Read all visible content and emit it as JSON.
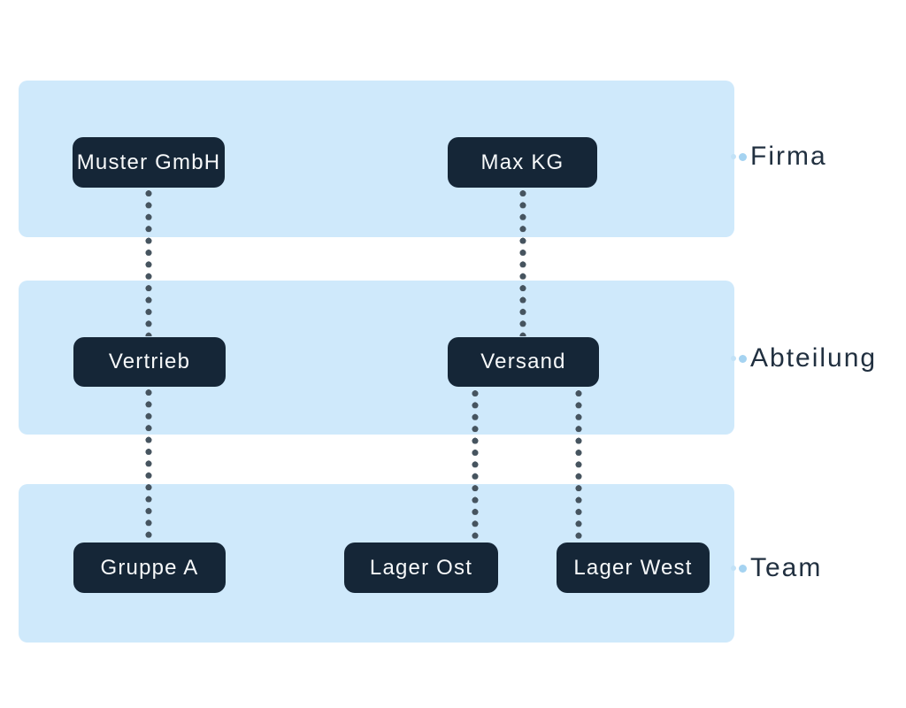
{
  "diagram": {
    "type": "org-hierarchy-swimlanes",
    "lanes": [
      {
        "id": "firma",
        "label": "Firma"
      },
      {
        "id": "abteilung",
        "label": "Abteilung"
      },
      {
        "id": "team",
        "label": "Team"
      }
    ],
    "nodes": [
      {
        "id": "muster-gmbh",
        "label": "Muster GmbH",
        "lane": "Firma"
      },
      {
        "id": "max-kg",
        "label": "Max KG",
        "lane": "Firma"
      },
      {
        "id": "vertrieb",
        "label": "Vertrieb",
        "lane": "Abteilung"
      },
      {
        "id": "versand",
        "label": "Versand",
        "lane": "Abteilung"
      },
      {
        "id": "gruppe-a",
        "label": "Gruppe A",
        "lane": "Team"
      },
      {
        "id": "lager-ost",
        "label": "Lager Ost",
        "lane": "Team"
      },
      {
        "id": "lager-west",
        "label": "Lager West",
        "lane": "Team"
      }
    ],
    "edges": [
      {
        "from": "Muster GmbH",
        "to": "Vertrieb",
        "style": "dotted"
      },
      {
        "from": "Vertrieb",
        "to": "Gruppe A",
        "style": "dotted"
      },
      {
        "from": "Max KG",
        "to": "Versand",
        "style": "dotted"
      },
      {
        "from": "Versand",
        "to": "Lager Ost",
        "style": "dotted"
      },
      {
        "from": "Versand",
        "to": "Lager West",
        "style": "dotted"
      }
    ],
    "colors": {
      "page_background": "#ffffff",
      "lane_background": "#cfe9fb",
      "node_background": "#152637",
      "node_text": "#f7f9fa",
      "connector_dot": "#46545f",
      "lane_label_text": "#213040",
      "leader_dot": "#a5d3f1"
    }
  }
}
